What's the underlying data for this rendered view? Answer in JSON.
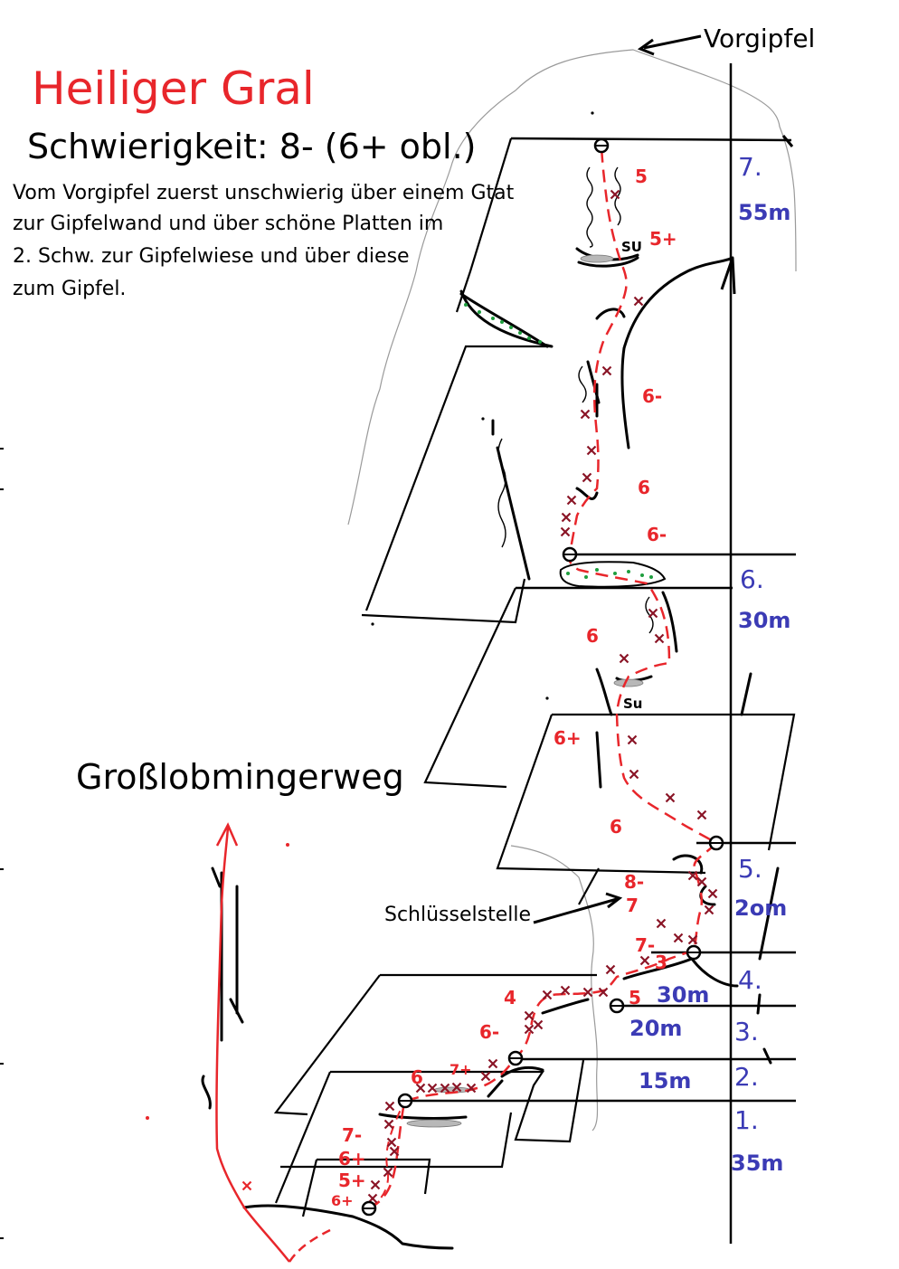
{
  "title": "Heiliger Gral",
  "difficulty": "Schwierigkeit: 8- (6+ obl.)",
  "description_lines": [
    "Vom Vorgipfel zuerst unschwierig über einem Gtat",
    "zur Gipfelwand und über schöne Platten im",
    "2. Schw. zur Gipfelwiese und über diese",
    "zum Gipfel."
  ],
  "summit_label": "Vorgipfel",
  "neighbor_route": "Großlobmingerweg",
  "key_pitch_label": "Schlüsselstelle",
  "pitches": [
    {
      "number": "1.",
      "length": "35m"
    },
    {
      "number": "2.",
      "length": "15m"
    },
    {
      "number": "3.",
      "length": "20m"
    },
    {
      "number": "4.",
      "length": "30m"
    },
    {
      "number": "5.",
      "length": "2om"
    },
    {
      "number": "6.",
      "length": "30m"
    },
    {
      "number": "7.",
      "length": "55m"
    }
  ],
  "grades": [
    "5",
    "5+",
    "6-",
    "6",
    "6-",
    "6",
    "6+",
    "6",
    "8-",
    "7",
    "7-",
    "3",
    "5",
    "4",
    "6-",
    "7+",
    "6",
    "7-",
    "6+",
    "5+",
    "6+"
  ],
  "stances": [
    "SU",
    "Su"
  ],
  "colors": {
    "route": "#e8262b",
    "labels": "#3b3bb5",
    "bolts": "#8a1526",
    "rock": "#000000",
    "grass": "#1e9e3e"
  }
}
